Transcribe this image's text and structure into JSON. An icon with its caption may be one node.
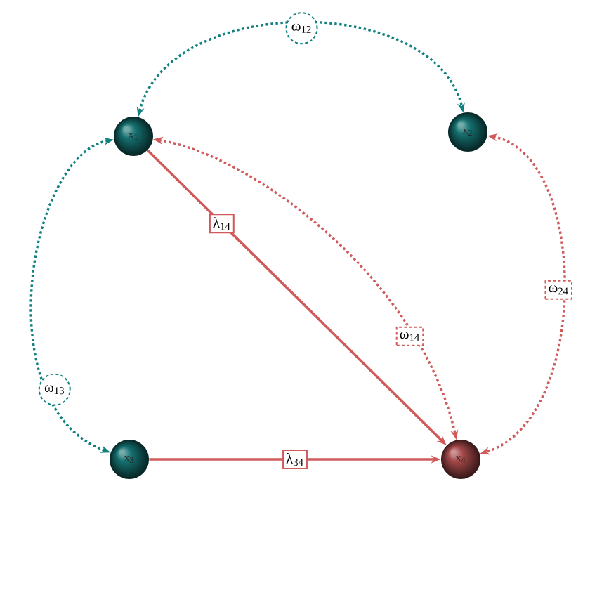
{
  "diagram": {
    "nodes": [
      {
        "text": [
          "x$_{1}$"
        ]
      },
      {
        "text": [
          "x$_{2}$"
        ]
      },
      {
        "text": [
          "x$_{3}$"
        ]
      },
      {
        "text": [
          "x$_{4}$"
        ]
      }
    ],
    "edges": [
      {
        "from": 0,
        "to": 1,
        "arrow": "both",
        "label": "ω$_{12}$",
        "style": "dashed",
        "color": "#108080"
      },
      {
        "from": 0,
        "to": 2,
        "arrow": "both",
        "label": "ω$_{13}$",
        "style": "dashed",
        "color": "#108080"
      },
      {
        "from": 0,
        "to": 3,
        "arrow": "to",
        "label": "λ$_{14}$"
      },
      {
        "from": 0,
        "to": 3,
        "arrow": "both",
        "label": "ω$_{14}$",
        "style": "dashed"
      },
      {
        "from": 1,
        "to": 3,
        "arrow": "both",
        "label": "ω$_{24}$",
        "style": "dashed"
      },
      {
        "from": 2,
        "to": 3,
        "arrow": "to",
        "label": "λ$_{34}$"
      }
    ]
  }
}
